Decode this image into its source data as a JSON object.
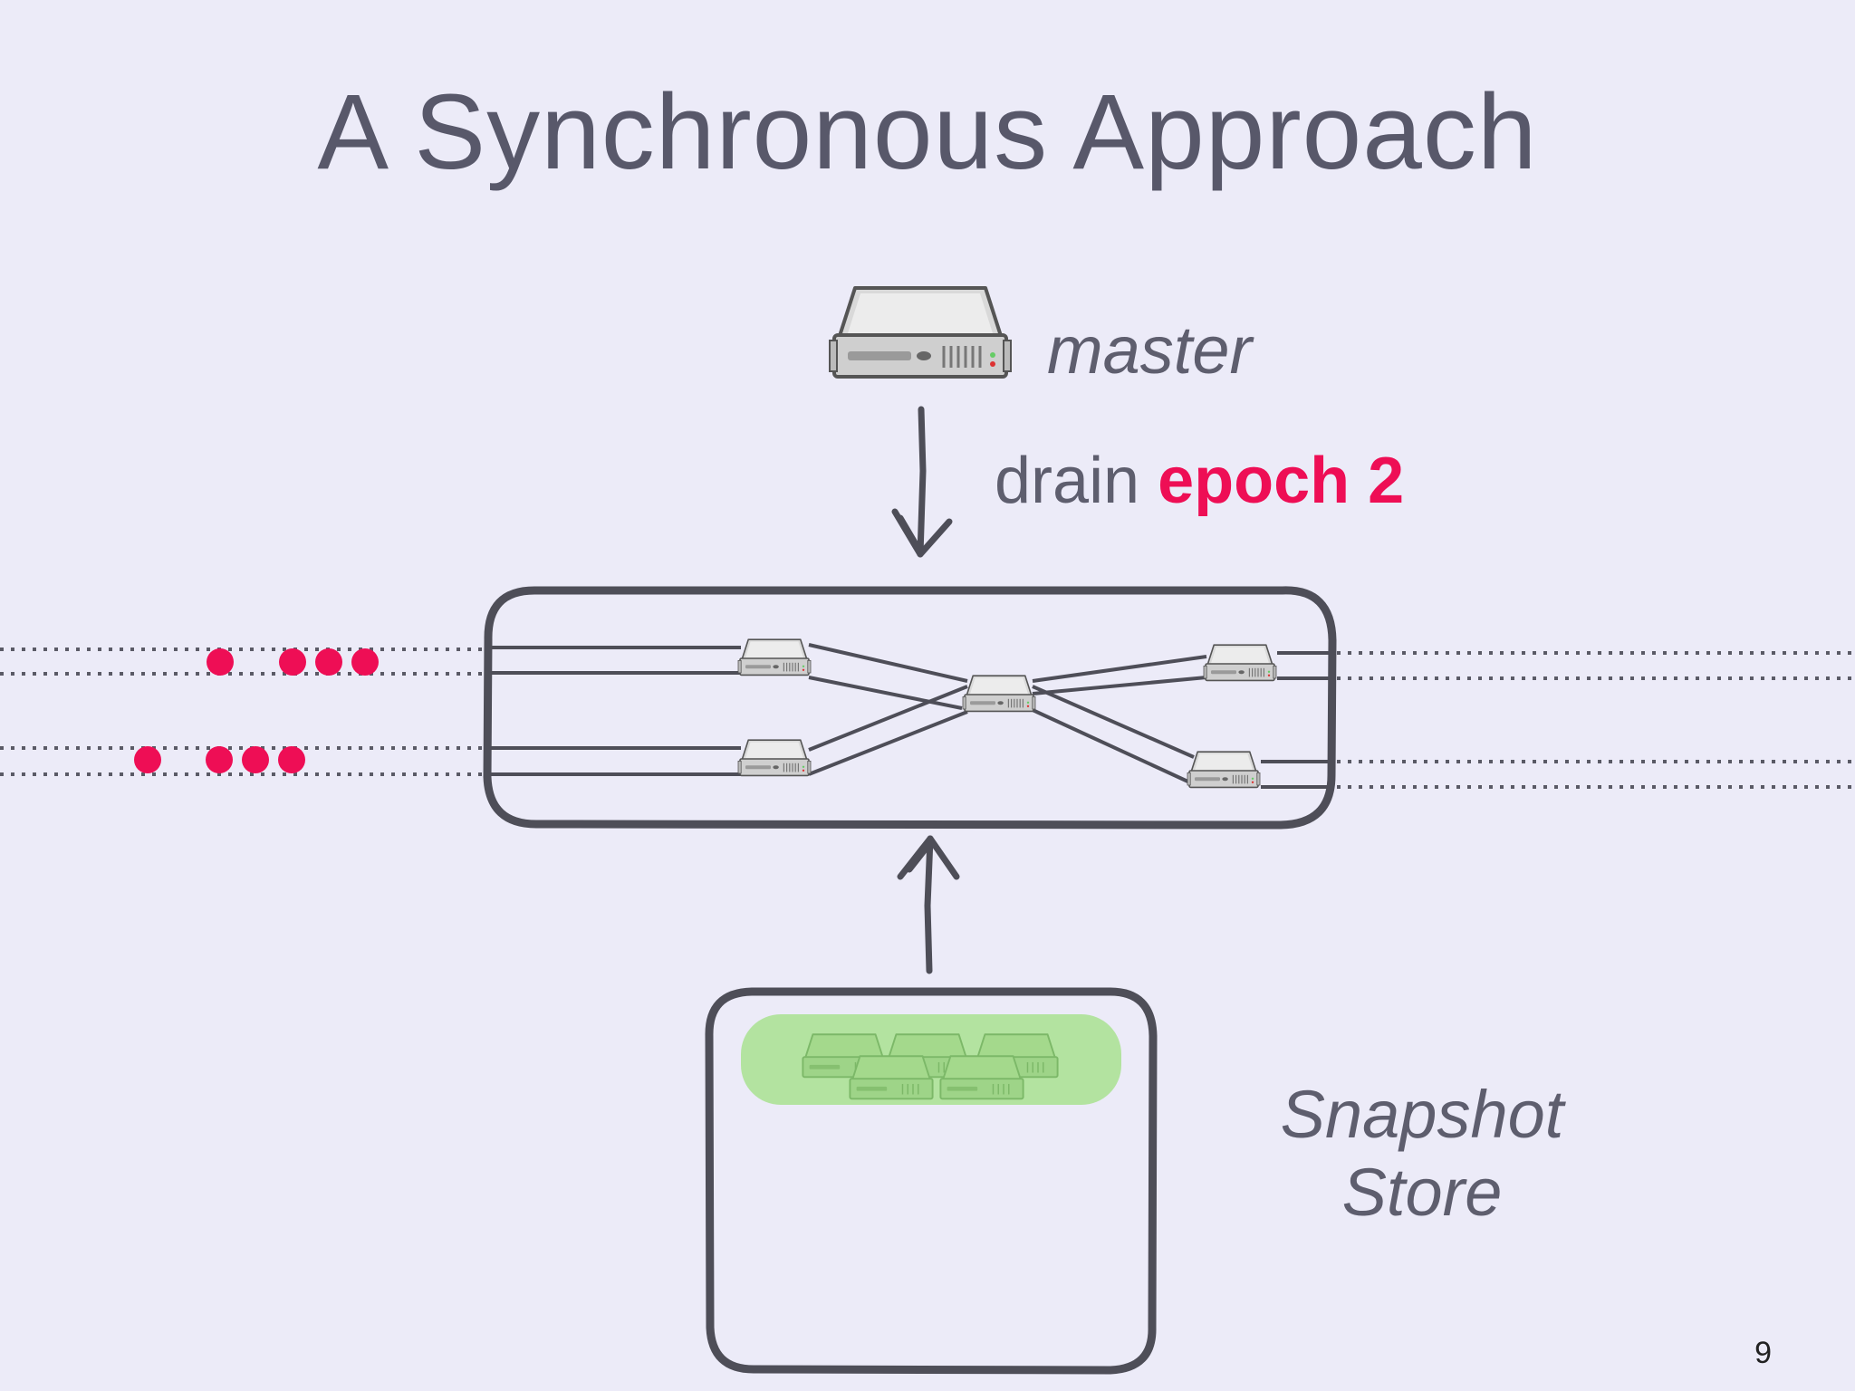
{
  "slide": {
    "title": "A Synchronous Approach",
    "page_number": "9"
  },
  "diagram": {
    "master_label": "master",
    "drain_text": "drain",
    "drain_epoch": "epoch 2",
    "snapshot_label_line1": "Snapshot",
    "snapshot_label_line2": "Store"
  },
  "colors": {
    "background": "#ECEBF8",
    "text": "#5E5E6E",
    "accent": "#EE0E55",
    "box_stroke": "#4E4E58",
    "snapshot_highlight": "#B3E3A0"
  },
  "icons": {
    "master": "server-icon",
    "workers": "server-icon",
    "snapshots": "server-icon"
  }
}
